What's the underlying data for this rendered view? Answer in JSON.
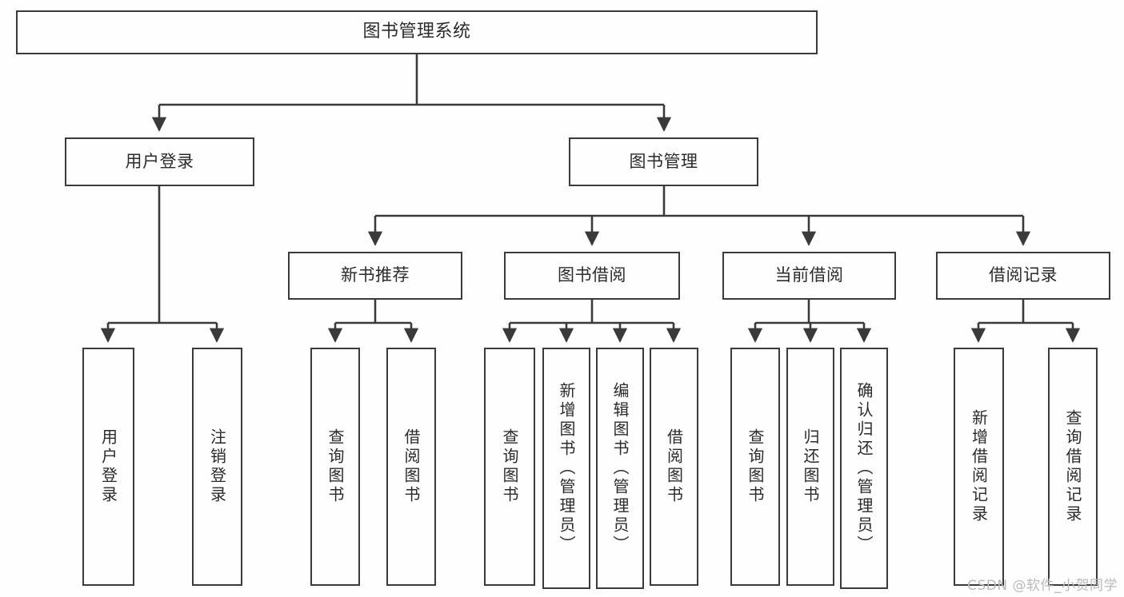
{
  "diagram": {
    "type": "tree",
    "title": "图书管理系统",
    "root": {
      "id": "root",
      "label": "图书管理系统"
    },
    "level2": [
      {
        "id": "user-login",
        "label": "用户登录"
      },
      {
        "id": "book-manage",
        "label": "图书管理"
      }
    ],
    "level3": [
      {
        "id": "new-book-recommend",
        "label": "新书推荐",
        "parent": "book-manage"
      },
      {
        "id": "book-borrow",
        "label": "图书借阅",
        "parent": "book-manage"
      },
      {
        "id": "current-borrow",
        "label": "当前借阅",
        "parent": "book-manage"
      },
      {
        "id": "borrow-record",
        "label": "借阅记录",
        "parent": "book-manage"
      }
    ],
    "leaves": [
      {
        "id": "leaf-user-login",
        "label": "用户登录",
        "parent": "user-login"
      },
      {
        "id": "leaf-user-logout",
        "label": "注销登录",
        "parent": "user-login"
      },
      {
        "id": "leaf-query-book-1",
        "label": "查询图书",
        "parent": "new-book-recommend"
      },
      {
        "id": "leaf-borrow-book-1",
        "label": "借阅图书",
        "parent": "new-book-recommend"
      },
      {
        "id": "leaf-query-book-2",
        "label": "查询图书",
        "parent": "book-borrow"
      },
      {
        "id": "leaf-add-book",
        "label": "新增图书（管理员）",
        "parent": "book-borrow"
      },
      {
        "id": "leaf-edit-book",
        "label": "编辑图书（管理员）",
        "parent": "book-borrow"
      },
      {
        "id": "leaf-borrow-book-2",
        "label": "借阅图书",
        "parent": "book-borrow"
      },
      {
        "id": "leaf-query-book-3",
        "label": "查询图书",
        "parent": "current-borrow"
      },
      {
        "id": "leaf-return-book",
        "label": "归还图书",
        "parent": "current-borrow"
      },
      {
        "id": "leaf-confirm-return",
        "label": "确认归还（管理员）",
        "parent": "current-borrow"
      },
      {
        "id": "leaf-add-record",
        "label": "新增借阅记录",
        "parent": "borrow-record"
      },
      {
        "id": "leaf-query-record",
        "label": "查询借阅记录",
        "parent": "borrow-record"
      }
    ],
    "watermark": "CSDN @软件_小贺同学",
    "colors": {
      "line": "#3a3a3a",
      "box_fill": "#fefefe",
      "text": "#2b2b2b",
      "background": "#fefefe",
      "watermark": "#b9b9b9"
    }
  }
}
